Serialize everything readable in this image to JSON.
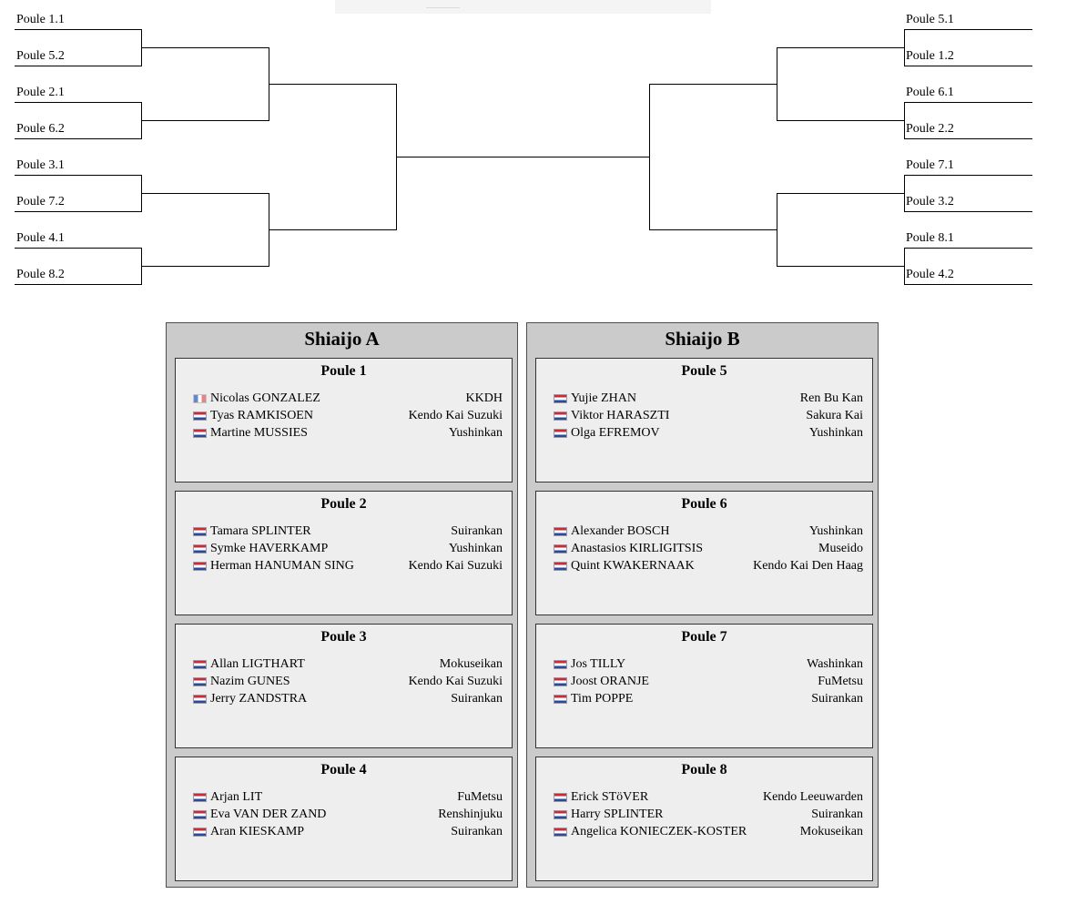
{
  "bracket": {
    "left": [
      "Poule 1.1",
      "Poule 5.2",
      "Poule 2.1",
      "Poule 6.2",
      "Poule 3.1",
      "Poule 7.2",
      "Poule 4.1",
      "Poule 8.2"
    ],
    "right": [
      "Poule 5.1",
      "Poule 1.2",
      "Poule 6.1",
      "Poule 2.2",
      "Poule 7.1",
      "Poule 3.2",
      "Poule 8.1",
      "Poule 4.2"
    ]
  },
  "shiaijos": [
    {
      "title": "Shiaijo A",
      "poules": [
        {
          "title": "Poule 1",
          "fighters": [
            {
              "name": "Nicolas GONZALEZ",
              "club": "KKDH",
              "flag": "france-flag-icon"
            },
            {
              "name": "Tyas RAMKISOEN",
              "club": "Kendo Kai Suzuki",
              "flag": "netherlands-flag-icon"
            },
            {
              "name": "Martine MUSSIES",
              "club": "Yushinkan",
              "flag": "netherlands-flag-icon"
            }
          ]
        },
        {
          "title": "Poule 2",
          "fighters": [
            {
              "name": "Tamara SPLINTER",
              "club": "Suirankan",
              "flag": "netherlands-flag-icon"
            },
            {
              "name": "Symke HAVERKAMP",
              "club": "Yushinkan",
              "flag": "netherlands-flag-icon"
            },
            {
              "name": "Herman HANUMAN SING",
              "club": "Kendo Kai Suzuki",
              "flag": "netherlands-flag-icon"
            }
          ]
        },
        {
          "title": "Poule 3",
          "fighters": [
            {
              "name": "Allan LIGTHART",
              "club": "Mokuseikan",
              "flag": "netherlands-flag-icon"
            },
            {
              "name": "Nazim GUNES",
              "club": "Kendo Kai Suzuki",
              "flag": "netherlands-flag-icon"
            },
            {
              "name": "Jerry ZANDSTRA",
              "club": "Suirankan",
              "flag": "netherlands-flag-icon"
            }
          ]
        },
        {
          "title": "Poule 4",
          "fighters": [
            {
              "name": "Arjan LIT",
              "club": "FuMetsu",
              "flag": "netherlands-flag-icon"
            },
            {
              "name": "Eva VAN DER ZAND",
              "club": "Renshinjuku",
              "flag": "netherlands-flag-icon"
            },
            {
              "name": "Aran KIESKAMP",
              "club": "Suirankan",
              "flag": "netherlands-flag-icon"
            }
          ]
        }
      ]
    },
    {
      "title": "Shiaijo B",
      "poules": [
        {
          "title": "Poule 5",
          "fighters": [
            {
              "name": "Yujie ZHAN",
              "club": "Ren Bu Kan",
              "flag": "netherlands-flag-icon"
            },
            {
              "name": "Viktor HARASZTI",
              "club": "Sakura Kai",
              "flag": "netherlands-flag-icon"
            },
            {
              "name": "Olga EFREMOV",
              "club": "Yushinkan",
              "flag": "netherlands-flag-icon"
            }
          ]
        },
        {
          "title": "Poule 6",
          "fighters": [
            {
              "name": "Alexander BOSCH",
              "club": "Yushinkan",
              "flag": "netherlands-flag-icon"
            },
            {
              "name": "Anastasios KIRLIGITSIS",
              "club": "Museido",
              "flag": "netherlands-flag-icon"
            },
            {
              "name": "Quint KWAKERNAAK",
              "club": "Kendo Kai Den Haag",
              "flag": "netherlands-flag-icon"
            }
          ]
        },
        {
          "title": "Poule 7",
          "fighters": [
            {
              "name": "Jos TILLY",
              "club": "Washinkan",
              "flag": "netherlands-flag-icon"
            },
            {
              "name": "Joost ORANJE",
              "club": "FuMetsu",
              "flag": "netherlands-flag-icon"
            },
            {
              "name": "Tim POPPE",
              "club": "Suirankan",
              "flag": "netherlands-flag-icon"
            }
          ]
        },
        {
          "title": "Poule 8",
          "fighters": [
            {
              "name": "Erick STöVER",
              "club": "Kendo Leeuwarden",
              "flag": "netherlands-flag-icon"
            },
            {
              "name": "Harry SPLINTER",
              "club": "Suirankan",
              "flag": "netherlands-flag-icon"
            },
            {
              "name": "Angelica KONIECZEK-KOSTER",
              "club": "Mokuseikan",
              "flag": "netherlands-flag-icon"
            }
          ]
        }
      ]
    }
  ]
}
